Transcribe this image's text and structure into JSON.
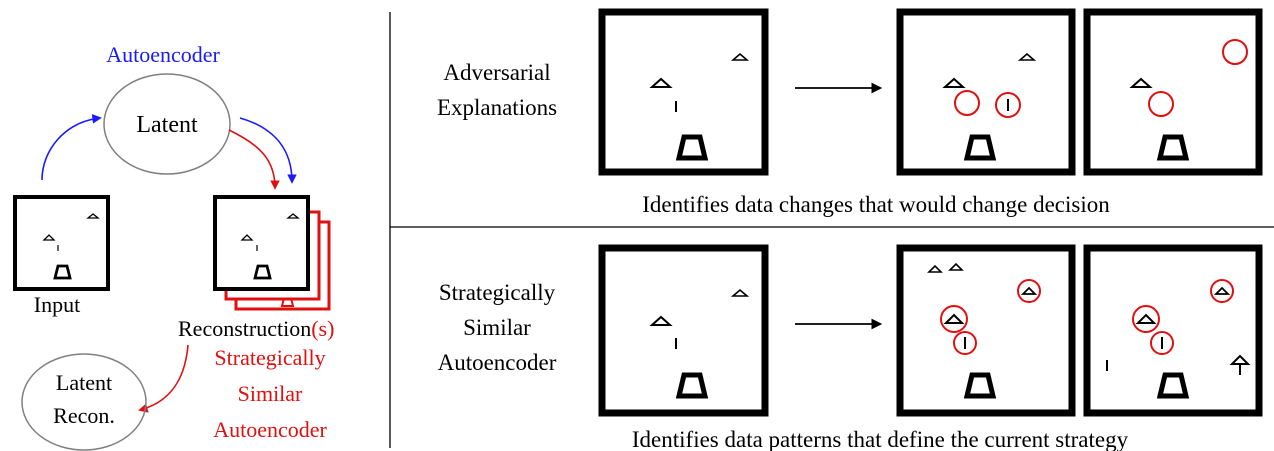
{
  "left": {
    "autoencoder_label": "Autoencoder",
    "latent_label": "Latent",
    "input_label": "Input",
    "reconstruction_label": "Reconstruction",
    "reconstruction_suffix": "(s)",
    "ssa_label_lines": [
      "Strategically",
      "Similar",
      "Autoencoder"
    ],
    "latent_recon_lines": [
      "Latent",
      "Recon."
    ]
  },
  "top_row": {
    "label_lines": [
      "Adversarial",
      "Explanations"
    ],
    "caption": "Identifies data changes that would change decision"
  },
  "bottom_row": {
    "label_lines": [
      "Strategically",
      "Similar",
      "Autoencoder"
    ],
    "caption": "Identifies data patterns that define the current strategy"
  },
  "colors": {
    "autoencoder": "#1a1aff",
    "ssa": "#e01010",
    "ink": "#000000",
    "ellipse_stroke": "#808080"
  }
}
